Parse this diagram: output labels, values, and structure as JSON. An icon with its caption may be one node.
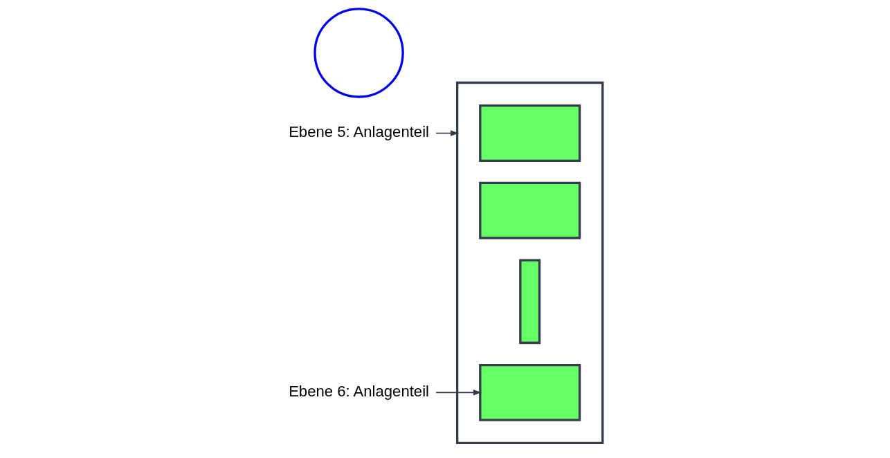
{
  "diagram": {
    "nodes": [
      {
        "text": [],
        "shape": "box"
      },
      {
        "text": [],
        "shape": "box",
        "in": 0
      },
      {
        "text": [],
        "shape": "box",
        "in": 0
      },
      {
        "text": [],
        "shape": "bar",
        "in": 0
      },
      {
        "text": [],
        "shape": "box",
        "in": 0
      },
      {
        "text": [],
        "shape": "circle"
      },
      {
        "text": [
          "Ebene 5: Anlagenteil"
        ]
      },
      {
        "text": [
          "Ebene 6: Anlagenteil"
        ]
      }
    ],
    "edges": [
      {
        "from": 6,
        "to": 0,
        "arrow": "to"
      },
      {
        "from": 7,
        "to": 4,
        "arrow": "to"
      }
    ]
  }
}
